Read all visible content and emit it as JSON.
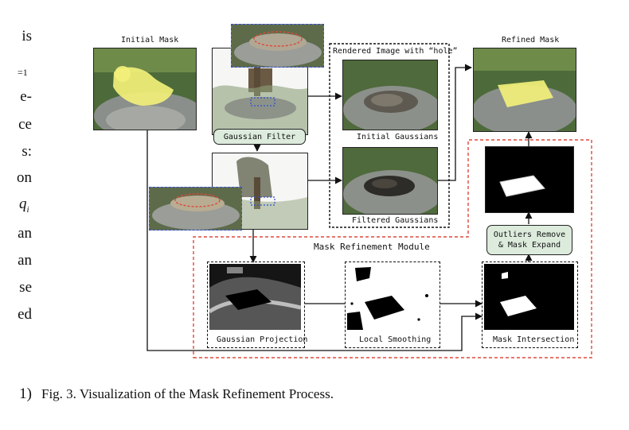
{
  "left_margin_text": [
    "is",
    "=1",
    "e-",
    "ce",
    "s:",
    "on",
    "q",
    "i",
    "an",
    "an",
    "se",
    "ed",
    "1)"
  ],
  "figure": {
    "labels": {
      "initial_mask": "Initial Mask",
      "refined_mask": "Refined Mask",
      "rendered_hole": "Rendered Image with “hole”",
      "initial_gaussians": "Initial Gaussians",
      "filtered_gaussians": "Filtered  Gaussians",
      "gaussian_filter": "Gaussian  Filter",
      "mask_refinement_module": "Mask Refinement Module",
      "outliers_line1": "Outliers Remove",
      "outliers_line2": "& Mask Expand",
      "gaussian_projection": "Gaussian Projection",
      "local_smoothing": "Local Smoothing",
      "mask_intersection": "Mask Intersection"
    },
    "colors": {
      "accent_red": "#e0483c",
      "accent_blue": "#3050d0",
      "pill_fill": "#dcebdc",
      "mask_yellow": "#f2f07a"
    }
  },
  "caption": "Fig. 3.  Visualization of the Mask Refinement Process."
}
